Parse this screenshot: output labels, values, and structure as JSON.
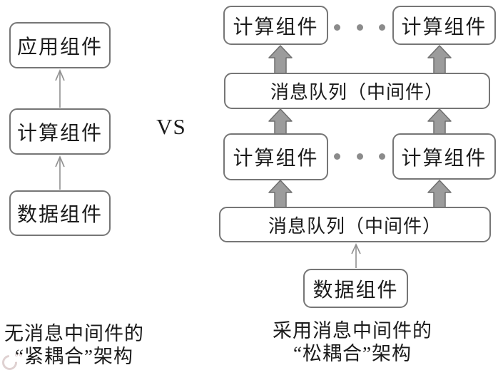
{
  "colors": {
    "box_border": "#767676",
    "box_fill": "#ffffff",
    "text": "#1b1b1b",
    "arrow_thick_fill": "#9c9c9c",
    "arrow_thick_stroke": "#6f6f6f",
    "arrow_thin": "#8f8f8f",
    "dot": "#8b8b8b",
    "background": "#ffffff"
  },
  "vs_label": "VS",
  "left_diagram": {
    "app_box": "应用组件",
    "compute_box": "计算组件",
    "data_box": "数据组件",
    "caption": [
      "无消息中间件的",
      "“紧耦合”架构"
    ]
  },
  "right_diagram": {
    "top_compute_left": "计算组件",
    "top_compute_right": "计算组件",
    "mq_top": "消息队列（中间件）",
    "mid_compute_left": "计算组件",
    "mid_compute_right": "计算组件",
    "mq_bottom": "消息队列（中间件）",
    "data_box": "数据组件",
    "caption": [
      "采用消息中间件的",
      "“松耦合”架构"
    ]
  },
  "icons": {
    "ellipsis_dots": "●●●",
    "watermark_logo": "ic-logo"
  }
}
